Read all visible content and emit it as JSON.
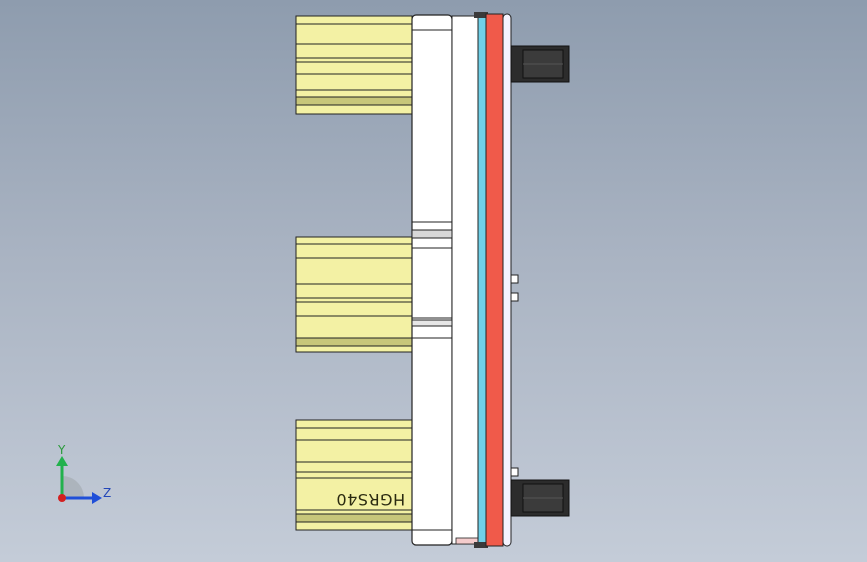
{
  "viewport": {
    "background_top": "#8e9cae",
    "background_bottom": "#c4ccd8"
  },
  "model": {
    "part_label": "HGRS40",
    "colors": {
      "rail_yellow": "#f3f1a4",
      "rail_dark": "#c7c67a",
      "carriage_white": "#ffffff",
      "red_layer": "#f05a4a",
      "blue_layer": "#6fd0e8",
      "dark_block": "#2c2c2c"
    }
  },
  "triad": {
    "y_label": "Y",
    "z_label": "Z",
    "icons": [
      "axis-triad-icon"
    ],
    "colors": {
      "y": "#22b14c",
      "z": "#1f4fd8",
      "origin": "#d32020"
    }
  }
}
